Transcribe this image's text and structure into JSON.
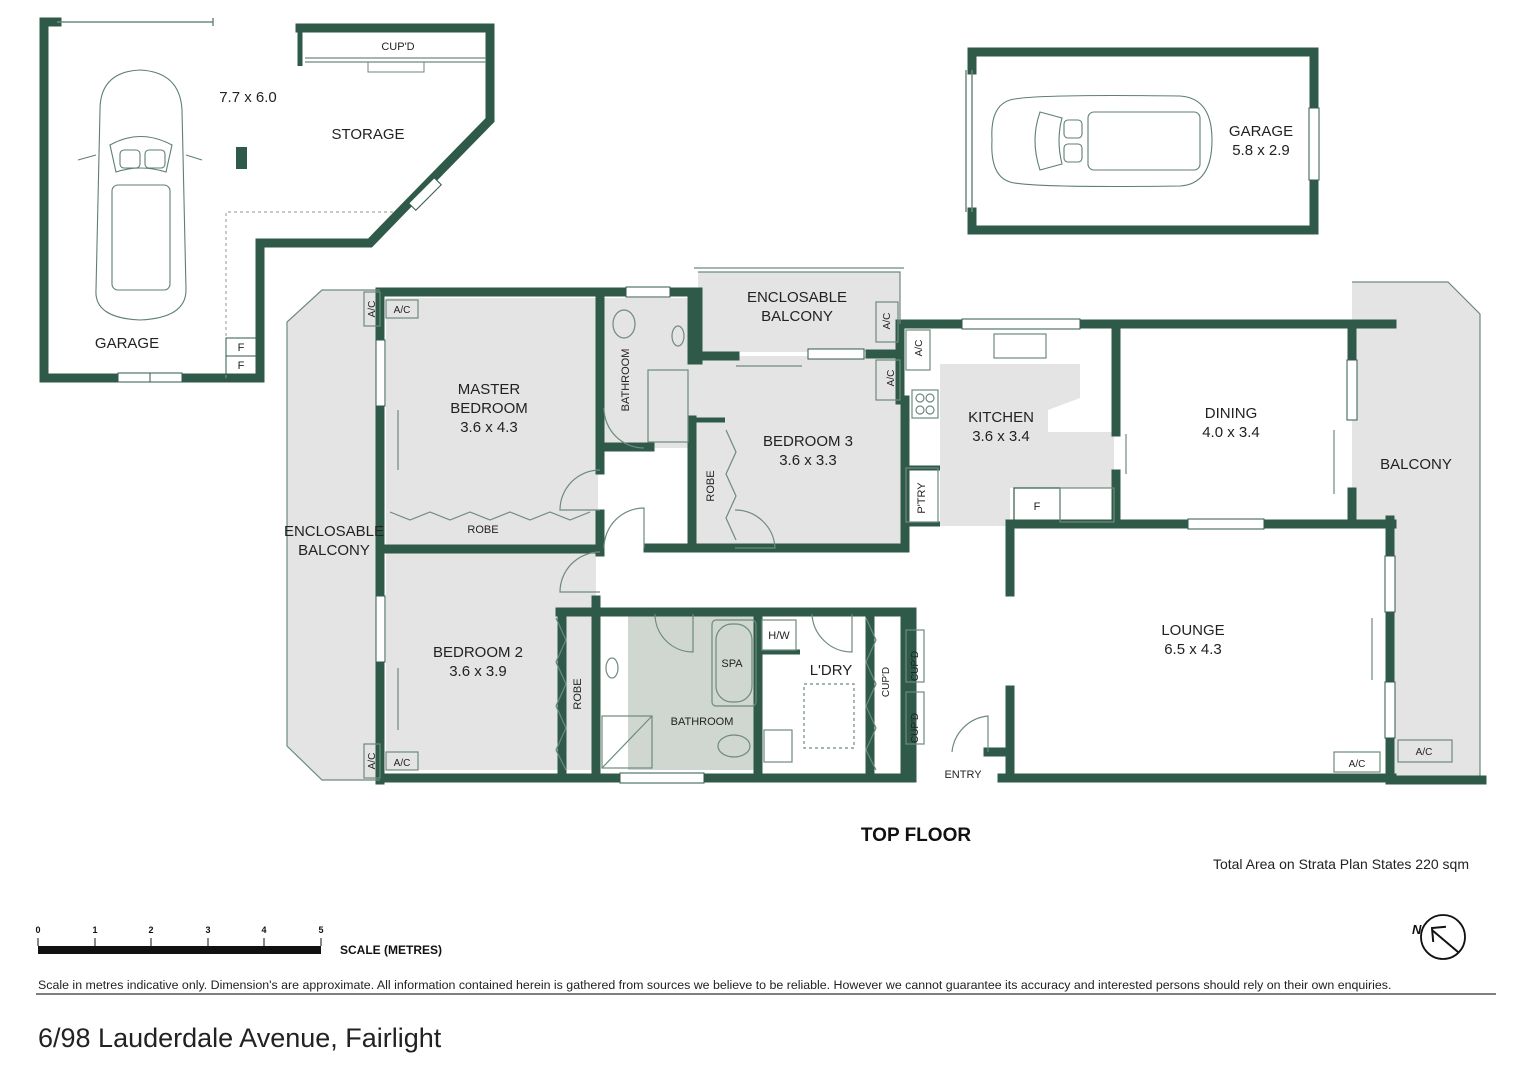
{
  "rooms": {
    "garage_large": {
      "name": "GARAGE"
    },
    "storage": {
      "name": "STORAGE",
      "dims": "7.7 x 6.0"
    },
    "garage_small": {
      "name": "GARAGE",
      "dims": "5.8 x 2.9"
    },
    "enclosable_balcony_top": {
      "line1": "ENCLOSABLE",
      "line2": "BALCONY"
    },
    "enclosable_balcony_left": {
      "line1": "ENCLOSABLE",
      "line2": "BALCONY"
    },
    "master_bedroom": {
      "line1": "MASTER",
      "line2": "BEDROOM",
      "dims": "3.6 x 4.3"
    },
    "bedroom3": {
      "name": "BEDROOM 3",
      "dims": "3.6 x 3.3"
    },
    "bedroom2": {
      "name": "BEDROOM 2",
      "dims": "3.6 x 3.9"
    },
    "kitchen": {
      "name": "KITCHEN",
      "dims": "3.6 x 3.4"
    },
    "dining": {
      "name": "DINING",
      "dims": "4.0 x 3.4"
    },
    "lounge": {
      "name": "LOUNGE",
      "dims": "6.5 x 4.3"
    },
    "balcony": {
      "name": "BALCONY"
    },
    "bathroom_ensuite": {
      "name": "BATHROOM"
    },
    "bathroom_main": {
      "name": "BATHROOM"
    },
    "laundry": {
      "name": "L'DRY"
    },
    "entry": {
      "name": "ENTRY"
    }
  },
  "fixtures": {
    "cupd": "CUP'D",
    "robe": "ROBE",
    "ac": "A/C",
    "fridge": "F",
    "pantry": "P'TRY",
    "spa": "SPA",
    "hot_water": "H/W"
  },
  "floor_label": "TOP FLOOR",
  "total_area": "Total Area on Strata Plan States  220 sqm",
  "scale": {
    "ticks": [
      "0",
      "1",
      "2",
      "3",
      "4",
      "5"
    ],
    "label": "SCALE (METRES)"
  },
  "north": "N",
  "disclaimer": "Scale in metres indicative only. Dimension's are approximate. All information contained herein is gathered from sources we believe to be reliable. However we cannot guarantee its accuracy and interested persons should rely on their own enquiries.",
  "address": "6/98 Lauderdale Avenue, Fairlight",
  "colors": {
    "wall": "#2f5a49",
    "fill": "#e4e4e4",
    "wet": "#cfd7d0",
    "line": "#6e8a7e"
  }
}
